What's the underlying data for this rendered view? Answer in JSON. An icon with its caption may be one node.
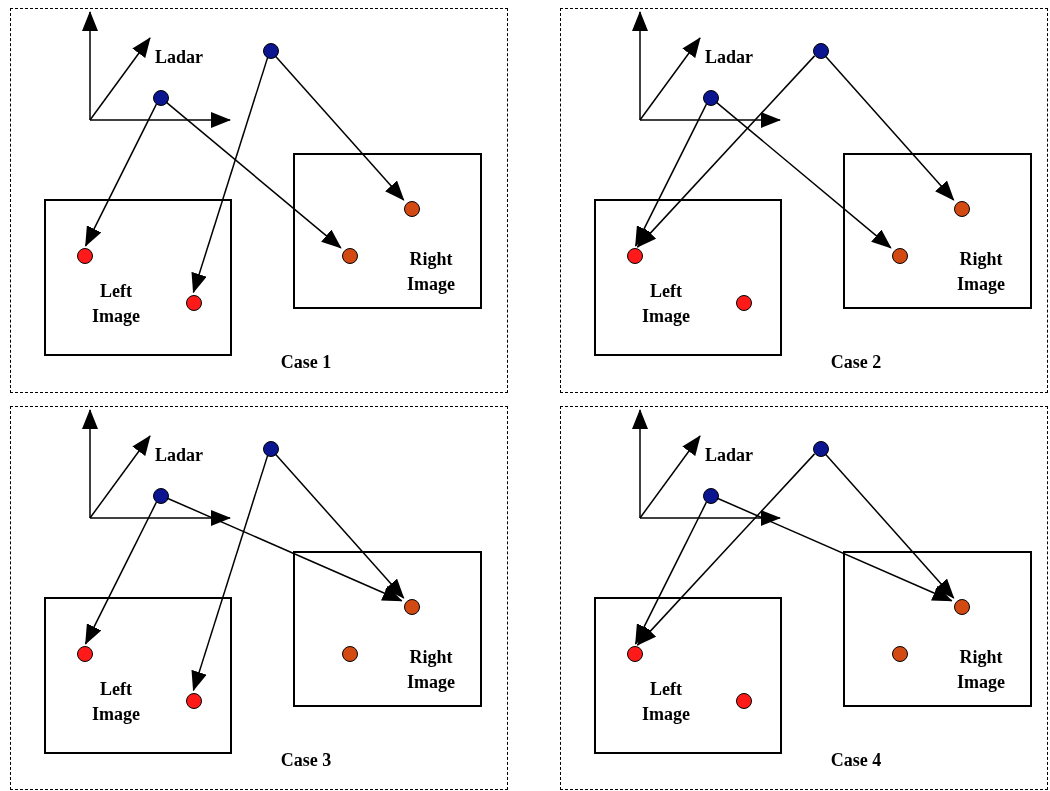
{
  "diagram": {
    "nodes": [
      {
        "text": [
          "Case 1"
        ]
      },
      {
        "text": [],
        "shape": "circle",
        "in": 0
      },
      {
        "text": [],
        "shape": "circle",
        "in": 0
      },
      {
        "text": [
          "Right Image"
        ],
        "in": 0
      },
      {
        "text": [],
        "shape": "circle",
        "in": 3
      },
      {
        "text": [],
        "shape": "circle",
        "in": 3
      },
      {
        "text": [
          "Left Image"
        ],
        "in": 0
      },
      {
        "text": [],
        "shape": "circle",
        "in": 6
      },
      {
        "text": [],
        "shape": "circle",
        "in": 6
      },
      {
        "text": [
          "Case 2"
        ]
      },
      {
        "text": [],
        "shape": "circle",
        "in": 9
      },
      {
        "text": [],
        "shape": "circle",
        "in": 9
      },
      {
        "text": [
          "Right Image"
        ],
        "in": 9
      },
      {
        "text": [],
        "shape": "circle",
        "in": 12
      },
      {
        "text": [],
        "shape": "circle",
        "in": 12
      },
      {
        "text": [
          "Left Image"
        ],
        "in": 9
      },
      {
        "text": [],
        "shape": "circle",
        "in": 15
      },
      {
        "text": [],
        "shape": "circle",
        "in": 15
      },
      {
        "text": [
          "Case 3"
        ]
      },
      {
        "text": [],
        "shape": "circle",
        "in": 18
      },
      {
        "text": [],
        "shape": "circle",
        "in": 18
      },
      {
        "text": [
          "Right Image"
        ],
        "in": 18
      },
      {
        "text": [],
        "shape": "circle",
        "in": 21
      },
      {
        "text": [],
        "shape": "circle",
        "in": 21
      },
      {
        "text": [
          "Left Image"
        ],
        "in": 18
      },
      {
        "text": [],
        "shape": "circle",
        "in": 24
      },
      {
        "text": [],
        "shape": "circle",
        "in": 24
      },
      {
        "text": [
          "Case 4"
        ]
      },
      {
        "text": [],
        "shape": "circle",
        "in": 27
      },
      {
        "text": [],
        "shape": "circle",
        "in": 27
      },
      {
        "text": [
          "Right Image"
        ],
        "in": 27
      },
      {
        "text": [],
        "shape": "circle",
        "in": 30
      },
      {
        "text": [],
        "shape": "circle",
        "in": 30
      },
      {
        "text": [
          "Left Image"
        ],
        "in": 27
      },
      {
        "text": [],
        "shape": "circle",
        "in": 33
      },
      {
        "text": [],
        "shape": "circle",
        "in": 33
      }
    ],
    "edges": [
      {
        "from": 2,
        "to": 7,
        "arrow": "to"
      },
      {
        "from": 2,
        "to": 5,
        "arrow": "to"
      },
      {
        "from": 1,
        "to": 8,
        "arrow": "to"
      },
      {
        "from": 1,
        "to": 4,
        "arrow": "to"
      },
      {
        "from": 11,
        "to": 16,
        "arrow": "to"
      },
      {
        "from": 10,
        "to": 16,
        "arrow": "to"
      },
      {
        "from": 11,
        "to": 14,
        "arrow": "to"
      },
      {
        "from": 10,
        "to": 13,
        "arrow": "to"
      },
      {
        "from": 20,
        "to": 25,
        "arrow": "to"
      },
      {
        "from": 20,
        "to": 22,
        "arrow": "to"
      },
      {
        "from": 19,
        "to": 26,
        "arrow": "to"
      },
      {
        "from": 19,
        "to": 22,
        "arrow": "to"
      },
      {
        "from": 29,
        "to": 34,
        "arrow": "to"
      },
      {
        "from": 28,
        "to": 34,
        "arrow": "to"
      },
      {
        "from": 29,
        "to": 31,
        "arrow": "to"
      },
      {
        "from": 28,
        "to": 31,
        "arrow": "to"
      }
    ],
    "labels": [
      "Ladar",
      "Ladar",
      "Ladar",
      "Ladar"
    ]
  }
}
